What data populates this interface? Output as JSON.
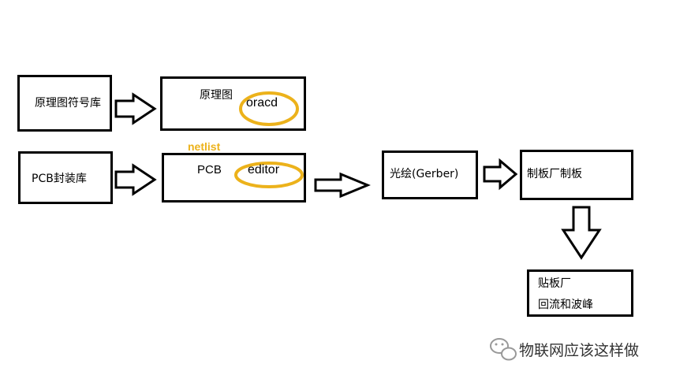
{
  "boxes": {
    "symbol_lib": "原理图符号库",
    "schematic": "原理图",
    "schematic_tool": "oracd",
    "pcb_lib": "PCB封装库",
    "pcb": "PCB",
    "pcb_tool": "editor",
    "gerber": "光绘(Gerber)",
    "fab": "制板厂制板",
    "assembly_line1": "贴板厂",
    "assembly_line2": "回流和波峰"
  },
  "netlist_label": "netlist",
  "watermark": "物联网应该这样做",
  "colors": {
    "highlight": "#ecb21b",
    "stroke": "#000000"
  },
  "icons": {
    "watermark": "wechat-icon"
  }
}
